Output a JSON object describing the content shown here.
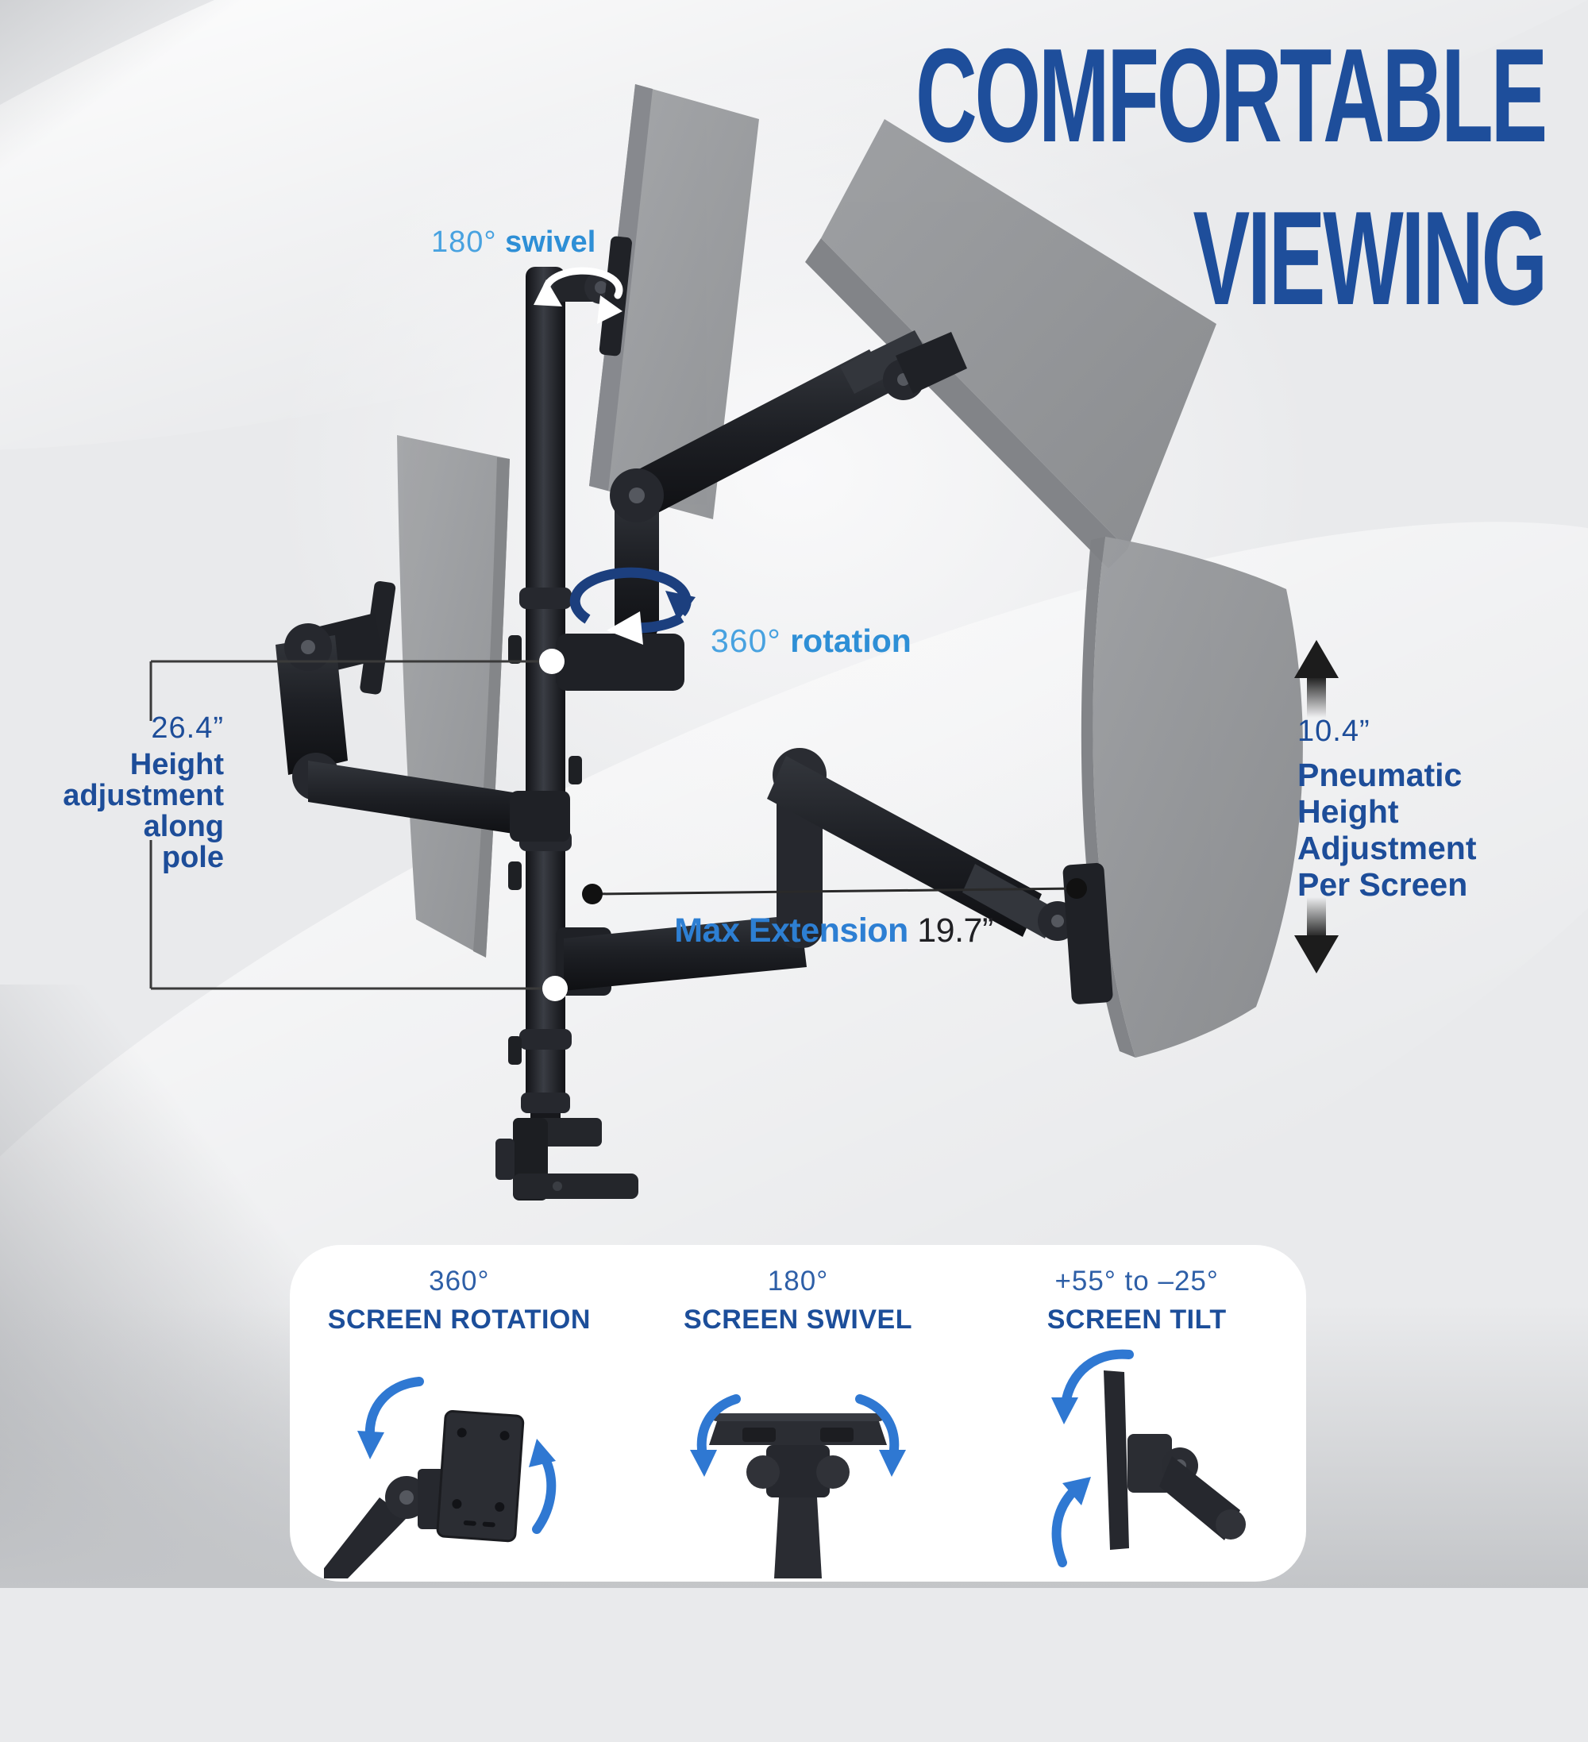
{
  "title": {
    "line1": "COMFORTABLE",
    "line2": "VIEWING"
  },
  "annotations": {
    "swivel": {
      "value": "180°",
      "label": "swivel"
    },
    "rotation": {
      "value": "360°",
      "label": "rotation"
    },
    "pole_height": {
      "value": "26.4”",
      "lines": [
        "Height",
        "adjustment",
        "along",
        "pole"
      ]
    },
    "max_extension": {
      "label": "Max Extension",
      "value": "19.7”"
    },
    "pneumatic": {
      "value": "10.4”",
      "lines": [
        "Pneumatic",
        "Height",
        "Adjustment",
        "Per Screen"
      ]
    }
  },
  "features": [
    {
      "value": "360°",
      "label": "SCREEN ROTATION"
    },
    {
      "value": "180°",
      "label": "SCREEN SWIVEL"
    },
    {
      "value": "+55° to –25°",
      "label": "SCREEN TILT"
    }
  ],
  "icons": {
    "up_down_arrows": "pneumatic height range arrows",
    "rotation_ring": "360 degree rotation ring arrow",
    "swivel_ring": "180 degree swivel ring arrow"
  },
  "colors": {
    "title_blue": "#1e4e9b",
    "dark_blue": "#1d4d99",
    "light_blue": "#3b97dc",
    "accent_blue": "#2d7fd3",
    "navy_arrow": "#1c3f7e",
    "monitor_gray": "#96989b",
    "hardware_black": "#222429",
    "background": "#e9eaec"
  }
}
